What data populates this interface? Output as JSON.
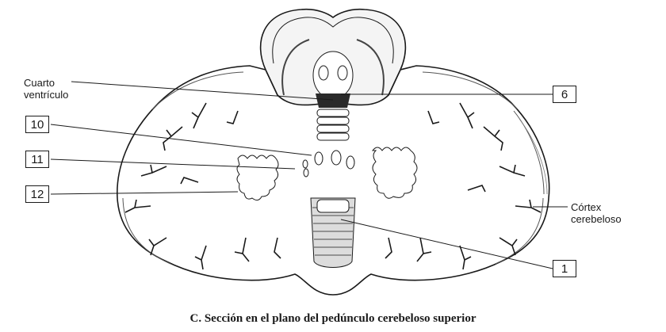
{
  "labels": {
    "cuarto_line1": "Cuarto",
    "cuarto_line2": "ventrículo",
    "cortex_line1": "Córtex",
    "cortex_line2": "cerebeloso"
  },
  "callouts": [
    "6",
    "10",
    "11",
    "12",
    "1"
  ],
  "caption": "C.  Sección en el plano del pedúnculo cerebeloso superior"
}
